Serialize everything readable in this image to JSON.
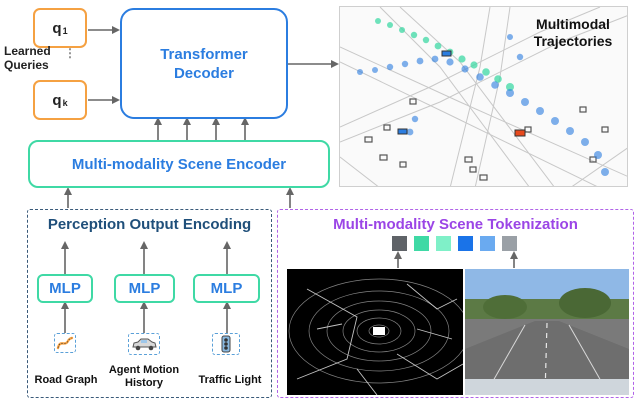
{
  "queries": {
    "first": {
      "letter": "q",
      "sub": "1"
    },
    "last": {
      "letter": "q",
      "sub": "k"
    },
    "dots": "⋮",
    "learned_label_line1": "Learned",
    "learned_label_line2": "Queries"
  },
  "decoder": {
    "line1": "Transformer",
    "line2": "Decoder"
  },
  "encoder": {
    "label": "Multi-modality Scene Encoder"
  },
  "trajectories": {
    "title_line1": "Multimodal",
    "title_line2": "Trajectories"
  },
  "perception": {
    "title": "Perception Output Encoding",
    "mlps": [
      "MLP",
      "MLP",
      "MLP"
    ],
    "inputs": [
      {
        "label_line1": "Road Graph",
        "label_line2": "",
        "icon": "road-curve-icon"
      },
      {
        "label_line1": "Agent Motion",
        "label_line2": "History",
        "icon": "car-icon"
      },
      {
        "label_line1": "Traffic Light",
        "label_line2": "",
        "icon": "traffic-light-icon"
      }
    ]
  },
  "tokenization": {
    "title": "Multi-modality Scene Tokenization",
    "token_colors": [
      "#5f6368",
      "#3fd9a5",
      "#7ff0c8",
      "#1a73e8",
      "#6aaaf0",
      "#9aa0a6"
    ]
  },
  "colors": {
    "query_orange": "#f5a142",
    "decoder_blue": "#2b7de0",
    "encoder_green": "#3fd9a5",
    "perception_navy": "#1f4f7a",
    "tokenization_purple": "#9b45e6"
  }
}
